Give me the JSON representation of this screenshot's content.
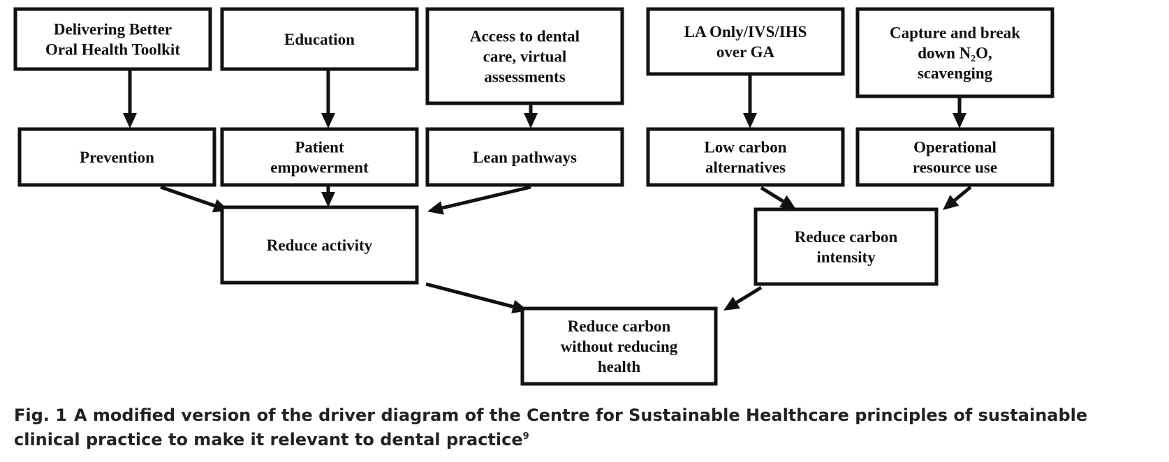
{
  "diagram": {
    "nodes": {
      "toolkit": {
        "lines": [
          "Delivering Better",
          "Oral Health Toolkit"
        ]
      },
      "education": {
        "lines": [
          "Education"
        ]
      },
      "access": {
        "lines": [
          "Access to dental",
          "care, virtual",
          "assessments"
        ]
      },
      "la_only": {
        "lines": [
          "LA Only/IVS/IHS",
          "over GA"
        ]
      },
      "capture": {
        "lines": [
          "Capture and break",
          "down N₂O,",
          "scavenging"
        ]
      },
      "prevention": {
        "lines": [
          "Prevention"
        ]
      },
      "empowerment": {
        "lines": [
          "Patient",
          "empowerment"
        ]
      },
      "lean": {
        "lines": [
          "Lean pathways"
        ]
      },
      "low_carbon": {
        "lines": [
          "Low carbon",
          "alternatives"
        ]
      },
      "operational": {
        "lines": [
          "Operational",
          "resource use"
        ]
      },
      "reduce_activity": {
        "lines": [
          "Reduce activity"
        ]
      },
      "reduce_intensity": {
        "lines": [
          "Reduce carbon",
          "intensity"
        ]
      },
      "goal": {
        "lines": [
          "Reduce carbon",
          "without reducing",
          "health"
        ]
      }
    },
    "edges": [
      {
        "from": "toolkit",
        "to": "prevention"
      },
      {
        "from": "education",
        "to": "empowerment"
      },
      {
        "from": "access",
        "to": "lean"
      },
      {
        "from": "la_only",
        "to": "low_carbon"
      },
      {
        "from": "capture",
        "to": "operational"
      },
      {
        "from": "prevention",
        "to": "reduce_activity"
      },
      {
        "from": "empowerment",
        "to": "reduce_activity"
      },
      {
        "from": "lean",
        "to": "reduce_activity"
      },
      {
        "from": "low_carbon",
        "to": "reduce_intensity"
      },
      {
        "from": "operational",
        "to": "reduce_intensity"
      },
      {
        "from": "reduce_activity",
        "to": "goal"
      },
      {
        "from": "reduce_intensity",
        "to": "goal"
      }
    ]
  },
  "caption": {
    "label": "Fig. 1",
    "text": "A modified version of the driver diagram of the Centre for Sustainable Healthcare principles of sustainable clinical practice to make it relevant to dental practice",
    "reference": "9"
  }
}
